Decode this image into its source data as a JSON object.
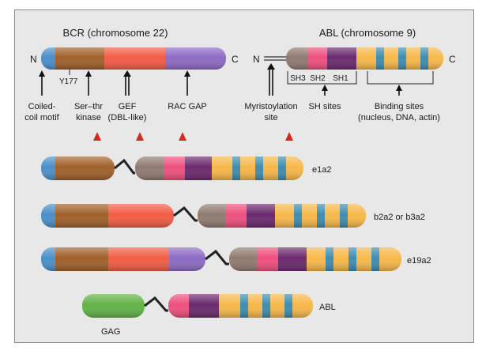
{
  "header": {
    "bcr_title": "BCR (chromosome 22)",
    "abl_title": "ABL (chromosome 9)"
  },
  "bcr_gene": {
    "n_label": "N",
    "c_label": "C",
    "y177_label": "Y177",
    "domains": [
      {
        "name": "Coiled-coil motif",
        "color": "#4a8fc9"
      },
      {
        "name": "Ser-thr kinase",
        "color": "#a0602a"
      },
      {
        "name": "GEF (DBL-like)",
        "color": "#f25c45"
      },
      {
        "name": "RAC GAP",
        "color": "#8d6bc4"
      }
    ],
    "annotations": {
      "coiled_line1": "Coiled-",
      "coiled_line2": "coil motif",
      "kinase_line1": "Ser–thr",
      "kinase_line2": "kinase",
      "gef_line1": "GEF",
      "gef_line2": "(DBL-like)",
      "racgap": "RAC GAP"
    }
  },
  "abl_gene": {
    "n_label": "N",
    "c_label": "C",
    "sh_labels": {
      "sh3": "SH3",
      "sh2": "SH2",
      "sh1": "SH1"
    },
    "annotations": {
      "myristoylation_line1": "Myristoylation",
      "myristoylation_line2": "site",
      "sh_sites": "SH sites",
      "binding_line1": "Binding sites",
      "binding_line2": "(nucleus, DNA, actin)"
    },
    "colors": {
      "sh3": "#8f7b70",
      "sh2": "#ef4f7e",
      "sh1": "#6b2a6e",
      "body": "#f7b84a",
      "bands": "#3d8db1"
    }
  },
  "fusions": [
    {
      "label": "e1a2"
    },
    {
      "label": "b2a2 or b3a2"
    },
    {
      "label": "e19a2"
    },
    {
      "label": "ABL"
    }
  ],
  "gag": {
    "label": "GAG",
    "color": "#62b347"
  },
  "breakpoint_marker_color": "#d42a1e"
}
